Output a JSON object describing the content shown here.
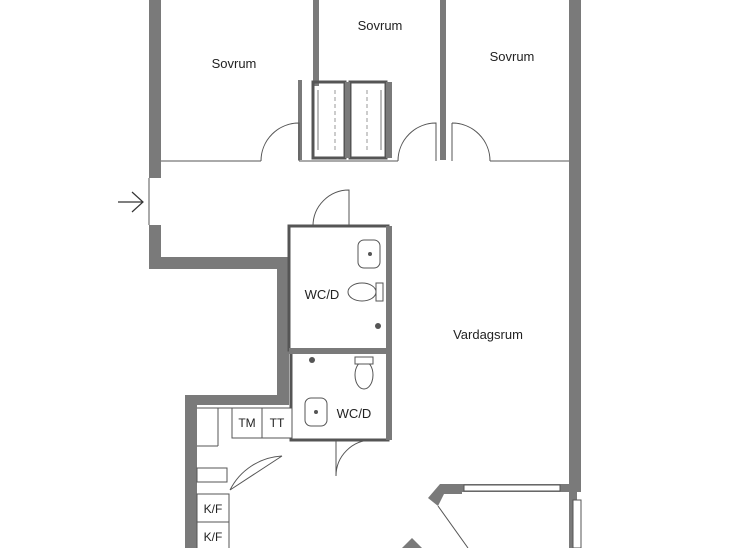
{
  "colors": {
    "wall": "#7a7a7a",
    "line": "#555555",
    "text": "#222222",
    "background": "#ffffff"
  },
  "rooms": {
    "bedroom_1": "Sovrum",
    "bedroom_2": "Sovrum",
    "bedroom_3": "Sovrum",
    "living_room": "Vardagsrum",
    "wc_1": "WC/D",
    "wc_2": "WC/D"
  },
  "fixtures": {
    "tm": "TM",
    "tt": "TT",
    "kf_1": "K/F",
    "kf_2": "K/F"
  },
  "icons": {
    "entrance": "entrance-arrow-icon"
  }
}
